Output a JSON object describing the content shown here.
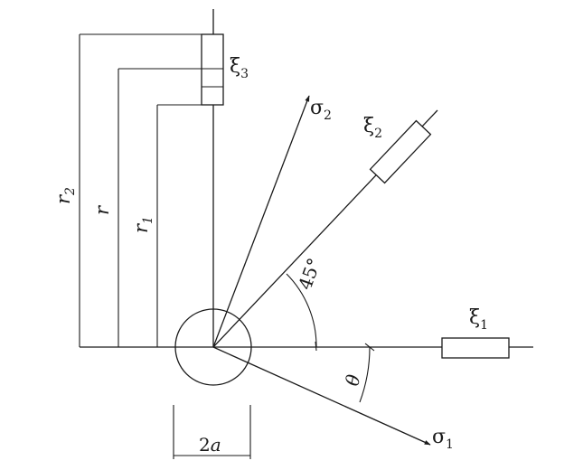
{
  "labels": {
    "sigma1": {
      "base": "σ",
      "sub": "1"
    },
    "sigma2": {
      "base": "σ",
      "sub": "2"
    },
    "xi1": {
      "base": "ξ",
      "sub": "1"
    },
    "xi2": {
      "base": "ξ",
      "sub": "2"
    },
    "xi3": {
      "base": "ξ",
      "sub": "3"
    },
    "r2": {
      "base": "r",
      "sub": "2"
    },
    "r": {
      "base": "r"
    },
    "r1": {
      "base": "r",
      "sub": "1"
    },
    "angle45": "45°",
    "theta": "θ",
    "diameter": {
      "num": "2",
      "var": "a"
    }
  },
  "angles_deg": {
    "gauge2": 45,
    "sigma1_below_horizontal": 28,
    "sigma2_from_horizontal": 67
  }
}
